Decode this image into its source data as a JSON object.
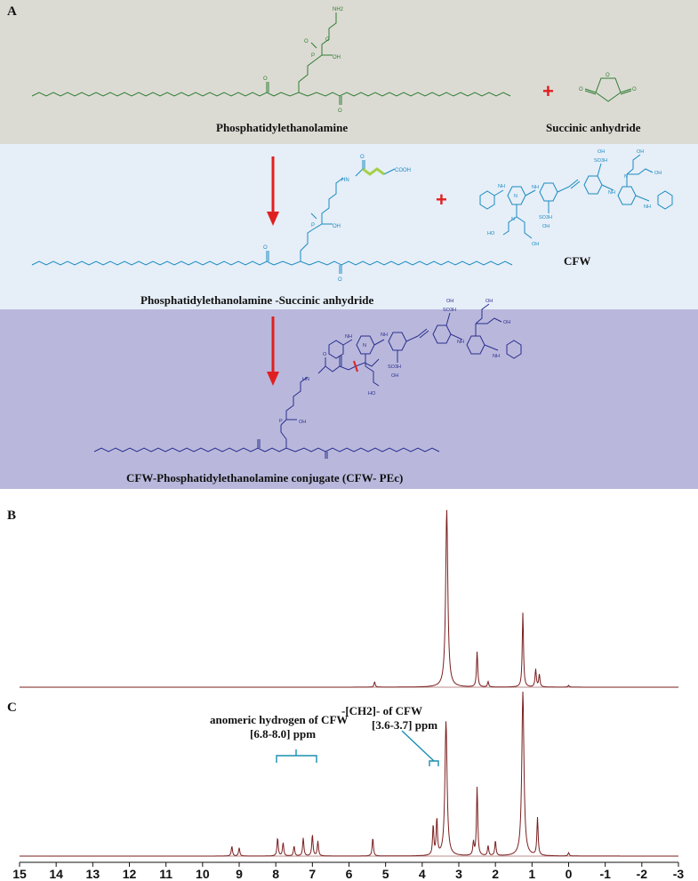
{
  "panel_labels": {
    "a": "A",
    "b": "B",
    "c": "C"
  },
  "colors": {
    "panel1_bg": "#dcdbd3",
    "panel2_bg": "#e6eef8",
    "panel3_bg": "#b9b8dc",
    "green": "#2f7d35",
    "teal": "#1a8cbf",
    "navy": "#2b2e8e",
    "arrow": "#e02020",
    "spectrum": "#7a1f1f",
    "annotation": "#1a8fb0",
    "highlight_lime": "#a6d13a"
  },
  "scheme": {
    "pe_label": "Phosphatidylethanolamine",
    "anhydride_label": "Succinic anhydride",
    "pe_sa_label": "Phosphatidylethanolamine -Succinic anhydride",
    "cfw_label": "CFW",
    "conjugate_label": "CFW-Phosphatidylethanolamine conjugate (CFW- PEc)",
    "plus": "+",
    "atoms": {
      "nh2": "NH2",
      "oh": "OH",
      "p": "P",
      "o": "O",
      "hn": "HN",
      "nh": "NH",
      "cooh": "COOH",
      "n": "N",
      "so3h": "SO3H",
      "ho": "HO"
    }
  },
  "spectra": {
    "x_ticks": [
      "15",
      "14",
      "13",
      "12",
      "11",
      "10",
      "9",
      "8",
      "7",
      "6",
      "5",
      "4",
      "3",
      "2",
      "1",
      "0",
      "-1",
      "-2",
      "-3"
    ],
    "axis_range": [
      15,
      -3
    ],
    "annotations": {
      "ch2_line1": "-[CH2]- of CFW",
      "ch2_line2": "[3.6-3.7] ppm",
      "anomeric_line1": "anomeric hydrogen of CFW",
      "anomeric_line2": "[6.8-8.0] ppm"
    }
  },
  "chart_data": [
    {
      "type": "line",
      "title": "B",
      "xlabel": "",
      "ylabel": "",
      "xlim": [
        15,
        -3
      ],
      "peaks": [
        {
          "x": 5.3,
          "y": 0.03
        },
        {
          "x": 3.33,
          "y": 1.0
        },
        {
          "x": 2.5,
          "y": 0.2
        },
        {
          "x": 2.2,
          "y": 0.03
        },
        {
          "x": 1.25,
          "y": 0.42
        },
        {
          "x": 0.9,
          "y": 0.1
        },
        {
          "x": 0.8,
          "y": 0.07
        },
        {
          "x": 0.0,
          "y": 0.01
        }
      ]
    },
    {
      "type": "line",
      "title": "C",
      "xlabel": "",
      "ylabel": "",
      "xlim": [
        15,
        -3
      ],
      "peaks": [
        {
          "x": 9.2,
          "y": 0.06
        },
        {
          "x": 9.0,
          "y": 0.05
        },
        {
          "x": 7.95,
          "y": 0.11
        },
        {
          "x": 7.8,
          "y": 0.08
        },
        {
          "x": 7.5,
          "y": 0.06
        },
        {
          "x": 7.25,
          "y": 0.11
        },
        {
          "x": 7.0,
          "y": 0.13
        },
        {
          "x": 6.85,
          "y": 0.09
        },
        {
          "x": 5.35,
          "y": 0.11
        },
        {
          "x": 3.7,
          "y": 0.18
        },
        {
          "x": 3.6,
          "y": 0.22
        },
        {
          "x": 3.35,
          "y": 0.82
        },
        {
          "x": 2.6,
          "y": 0.08
        },
        {
          "x": 2.5,
          "y": 0.42
        },
        {
          "x": 2.2,
          "y": 0.06
        },
        {
          "x": 2.0,
          "y": 0.09
        },
        {
          "x": 1.25,
          "y": 1.0
        },
        {
          "x": 0.85,
          "y": 0.23
        },
        {
          "x": 0.0,
          "y": 0.02
        }
      ]
    }
  ]
}
